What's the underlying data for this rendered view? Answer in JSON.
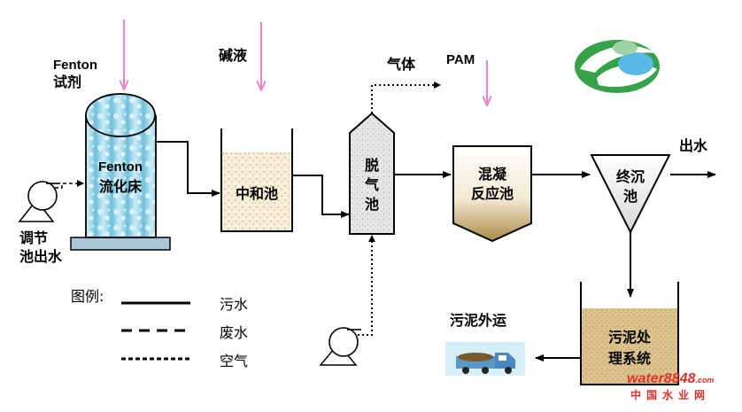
{
  "labels": {
    "fenton_reagent_1": "Fenton",
    "fenton_reagent_2": "试剂",
    "alkali": "碱液",
    "gas": "气体",
    "pam": "PAM",
    "fenton_bed_1": "Fenton",
    "fenton_bed_2": "流化床",
    "neutralization": "中和池",
    "degas_1": "脱",
    "degas_2": "气",
    "degas_3": "池",
    "coag_1": "混凝",
    "coag_2": "反应池",
    "final_1": "终沉",
    "final_2": "池",
    "outflow": "出水",
    "inlet_1": "调节",
    "inlet_2": "池出水",
    "sludge_transport": "污泥外运",
    "sludge_sys_1": "污泥处",
    "sludge_sys_2": "理系统"
  },
  "legend": {
    "title": "图例:",
    "items": [
      {
        "label": "污水",
        "style": "solid"
      },
      {
        "label": "废水",
        "style": "dashed"
      },
      {
        "label": "空气",
        "style": "dotted"
      }
    ]
  },
  "watermark": {
    "brand": "water8848",
    "suffix": ".com",
    "cn": "中国水业网"
  },
  "colors": {
    "dosing_arrow": "#ee82c8",
    "water_fill": "#9fd6ea",
    "sand_fill": "#f6ecd4",
    "sludge_fill": "#d8c08a",
    "logo_green": "#35a24a",
    "logo_blue": "#5ab8e6"
  }
}
